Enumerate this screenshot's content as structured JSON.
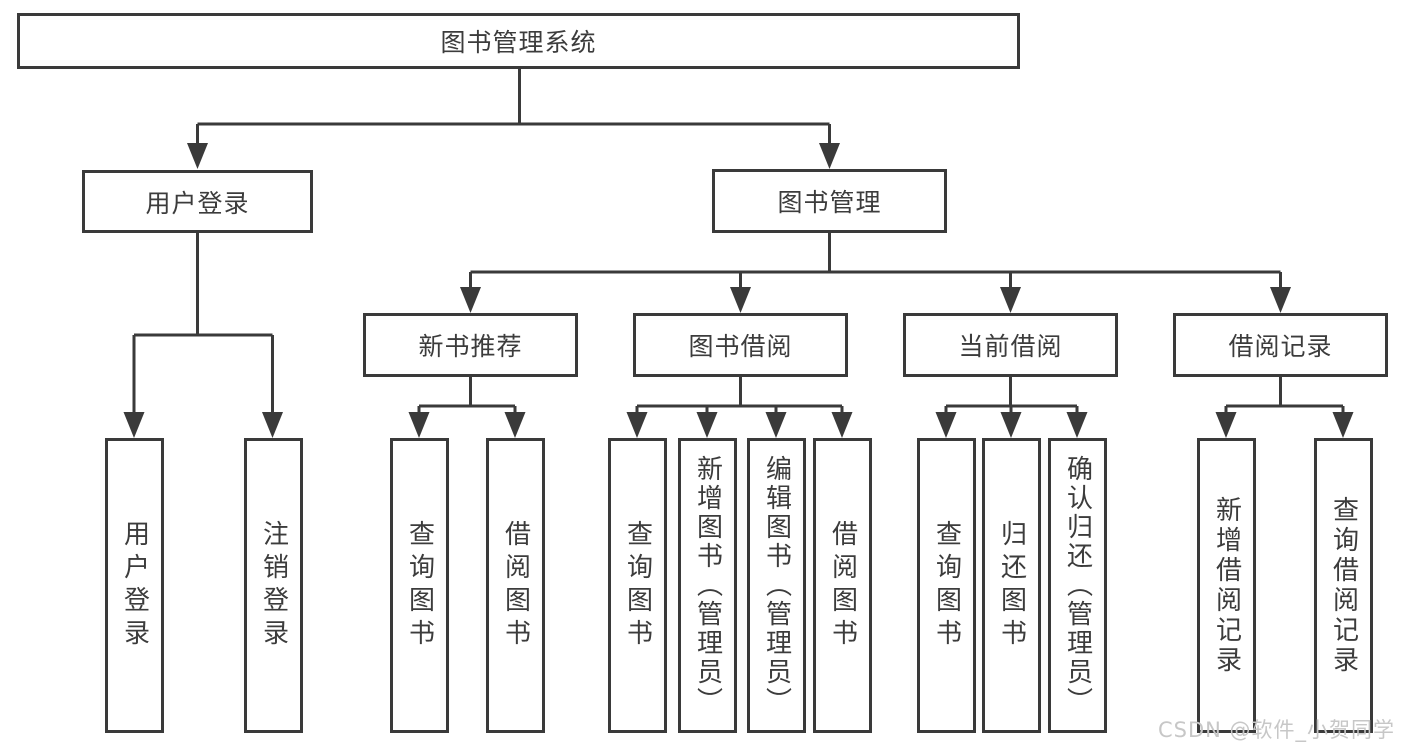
{
  "tree": {
    "label": "图书管理系统",
    "children": [
      {
        "label": "用户登录",
        "children": [
          {
            "label": "用户登录"
          },
          {
            "label": "注销登录"
          }
        ]
      },
      {
        "label": "图书管理",
        "children": [
          {
            "label": "新书推荐",
            "children": [
              {
                "label": "查询图书"
              },
              {
                "label": "借阅图书"
              }
            ]
          },
          {
            "label": "图书借阅",
            "children": [
              {
                "label": "查询图书"
              },
              {
                "label": "新增图书（管理员）"
              },
              {
                "label": "编辑图书（管理员）"
              },
              {
                "label": "借阅图书"
              }
            ]
          },
          {
            "label": "当前借阅",
            "children": [
              {
                "label": "查询图书"
              },
              {
                "label": "归还图书"
              },
              {
                "label": "确认归还（管理员）"
              }
            ]
          },
          {
            "label": "借阅记录",
            "children": [
              {
                "label": "新增借阅记录"
              },
              {
                "label": "查询借阅记录"
              }
            ]
          }
        ]
      }
    ]
  },
  "watermark": {
    "text": "CSDN @软件_小贺同学"
  },
  "colors": {
    "line": "#3a3a3a",
    "box_border": "#3a3a3a",
    "box_background": "#ffffff",
    "text": "#3c3c3c",
    "watermark": "#c7c7c7"
  }
}
